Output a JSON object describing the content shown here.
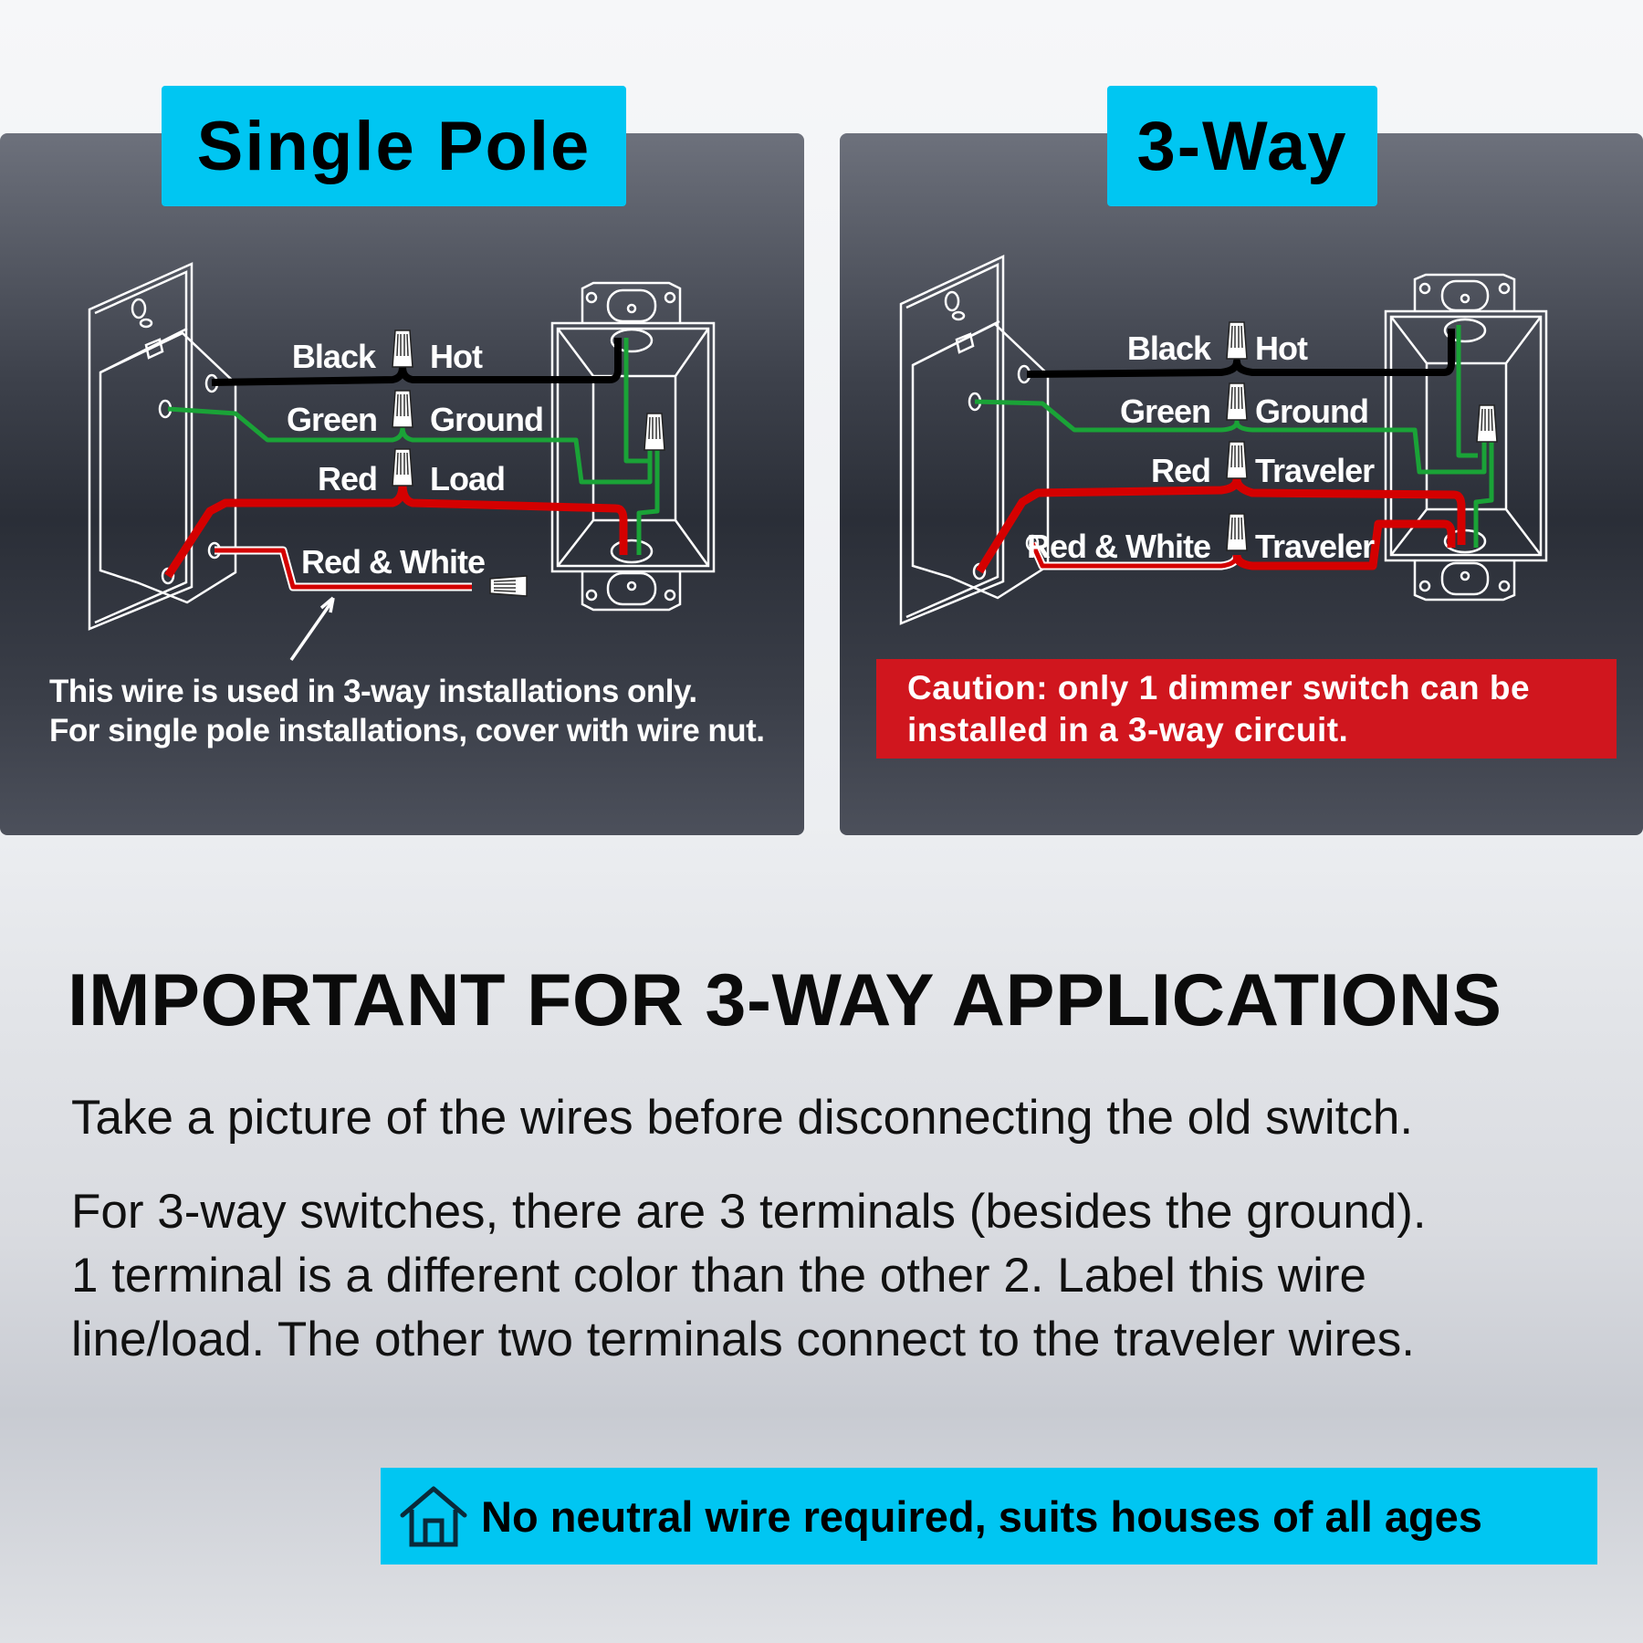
{
  "single_pole": {
    "title": "Single Pole",
    "labels": {
      "black": "Black",
      "hot": "Hot",
      "green": "Green",
      "ground": "Ground",
      "red": "Red",
      "load": "Load",
      "red_white": "Red & White"
    },
    "note_lines": [
      "This wire is used in 3-way installations only.",
      "For single pole installations, cover with wire nut."
    ]
  },
  "three_way": {
    "title": "3-Way",
    "labels": {
      "black": "Black",
      "hot": "Hot",
      "green": "Green",
      "ground": "Ground",
      "red": "Red",
      "traveler1": "Traveler",
      "red_white": "Red & White",
      "traveler2": "Traveler"
    },
    "caution_lines": [
      "Caution: only 1 dimmer switch can be",
      "installed in a 3-way circuit."
    ]
  },
  "important": {
    "heading": "IMPORTANT FOR 3-WAY APPLICATIONS",
    "paragraph1": "Take a picture of the wires before disconnecting the old switch.",
    "paragraph2_lines": [
      "For 3-way switches, there are 3 terminals (besides the ground).",
      "1 terminal is a different color than the other 2. Label this wire",
      "line/load. The other two terminals connect to the traveler wires."
    ]
  },
  "banner": {
    "icon": "house-icon",
    "text": "No neutral wire required, suits houses of all ages"
  },
  "colors": {
    "accent": "#00c6f2",
    "caution": "#d0161e",
    "wire_black": "#000000",
    "wire_green": "#1aa337",
    "wire_red": "#d40000"
  }
}
